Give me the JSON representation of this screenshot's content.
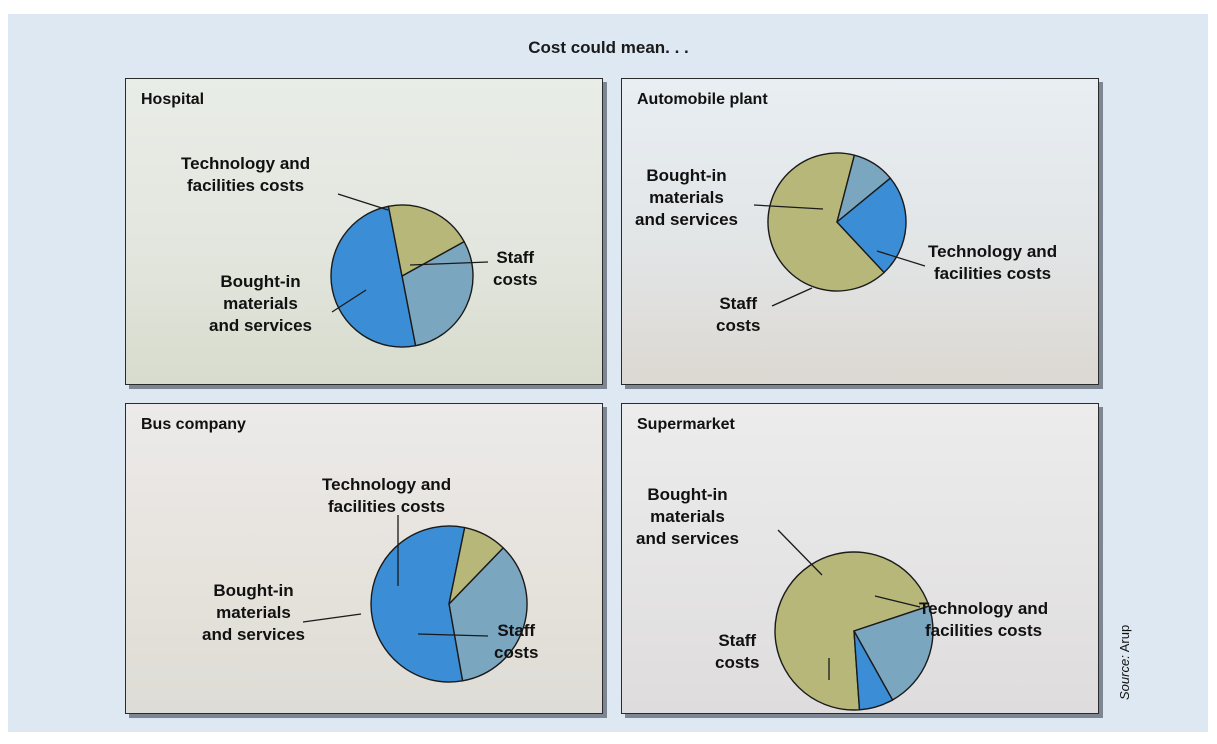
{
  "title": "Cost could mean. . .",
  "source": {
    "prefix": "Source:",
    "name": "Arup"
  },
  "colors": {
    "technology": "#7ba6c0",
    "bought_in": "#b8b77a",
    "staff": "#3b8ed6",
    "background": "#dde8f2"
  },
  "chart_data": [
    {
      "type": "pie",
      "title": "Hospital",
      "categories": [
        "Technology and facilities costs",
        "Staff costs",
        "Bought-in materials and services"
      ],
      "values": [
        30,
        50,
        20
      ]
    },
    {
      "type": "pie",
      "title": "Automobile plant",
      "categories": [
        "Bought-in materials and services",
        "Technology and facilities costs",
        "Staff costs"
      ],
      "values": [
        66,
        10,
        24
      ]
    },
    {
      "type": "pie",
      "title": "Bus company",
      "categories": [
        "Technology and facilities costs",
        "Staff costs",
        "Bought-in materials and services"
      ],
      "values": [
        35,
        56,
        9
      ]
    },
    {
      "type": "pie",
      "title": "Supermarket",
      "categories": [
        "Bought-in materials and services",
        "Technology and facilities costs",
        "Staff costs"
      ],
      "values": [
        71,
        22,
        7
      ]
    }
  ],
  "labels": {
    "hospital": {
      "technology": [
        "Technology and",
        "facilities costs"
      ],
      "staff": [
        "Staff",
        "costs"
      ],
      "bought_in": [
        "Bought-in",
        "materials",
        "and services"
      ]
    },
    "auto": {
      "bought_in": [
        "Bought-in",
        "materials",
        "and services"
      ],
      "technology": [
        "Technology and",
        "facilities costs"
      ],
      "staff": [
        "Staff",
        "costs"
      ]
    },
    "bus": {
      "technology": [
        "Technology and",
        "facilities costs"
      ],
      "bought_in": [
        "Bought-in",
        "materials",
        "and services"
      ],
      "staff": [
        "Staff",
        "costs"
      ]
    },
    "super": {
      "bought_in": [
        "Bought-in",
        "materials",
        "and services"
      ],
      "technology": [
        "Technology and",
        "facilities costs"
      ],
      "staff": [
        "Staff",
        "costs"
      ]
    }
  }
}
